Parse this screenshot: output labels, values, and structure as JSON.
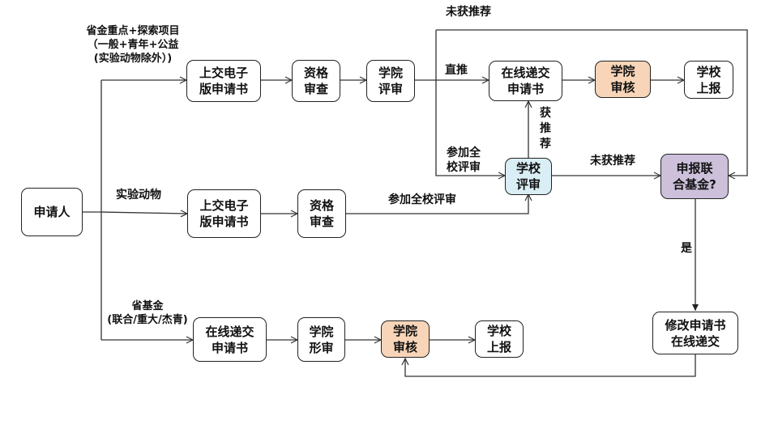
{
  "diagram": {
    "type": "flowchart",
    "nodes": {
      "applicant": {
        "text": "申请人"
      },
      "r1_submit": {
        "text": "上交电子\n版申请书"
      },
      "r1_qualify": {
        "text": "资格\n审查"
      },
      "r1_college_eval": {
        "text": "学院\n评审"
      },
      "r1_online": {
        "text": "在线递交\n申请书"
      },
      "r1_college_audit": {
        "text": "学院\n审核",
        "fill": "#f8d5b8"
      },
      "r1_report": {
        "text": "学校\n上报"
      },
      "school_eval": {
        "text": "学校\n评审",
        "fill": "#daeef5"
      },
      "joint_fund": {
        "text": "申报联\n合基金?",
        "fill": "#ccc0da"
      },
      "r2_submit": {
        "text": "上交电子\n版申请书"
      },
      "r2_qualify": {
        "text": "资格\n审查"
      },
      "r3_online": {
        "text": "在线递交\n申请书"
      },
      "r3_form": {
        "text": "学院\n形审"
      },
      "r3_college_audit": {
        "text": "学院\n审核",
        "fill": "#f8d5b8"
      },
      "r3_report": {
        "text": "学校\n上报"
      },
      "revise": {
        "text": "修改申请书\n在线递交"
      }
    },
    "edge_labels": {
      "branch_top": "省金重点+探索项目\n（一般+青年+公益\n(实验动物除外）)",
      "branch_mid": "实验动物",
      "branch_bottom": "省基金\n(联合/重大/杰青)",
      "direct": "直推",
      "join_school": "参加全\n校评审",
      "join_school_mid": "参加全校评审",
      "recommended": "获\n推\n荐",
      "not_recommended_top": "未获推荐",
      "not_recommended_mid": "未获推荐",
      "yes": "是"
    }
  }
}
